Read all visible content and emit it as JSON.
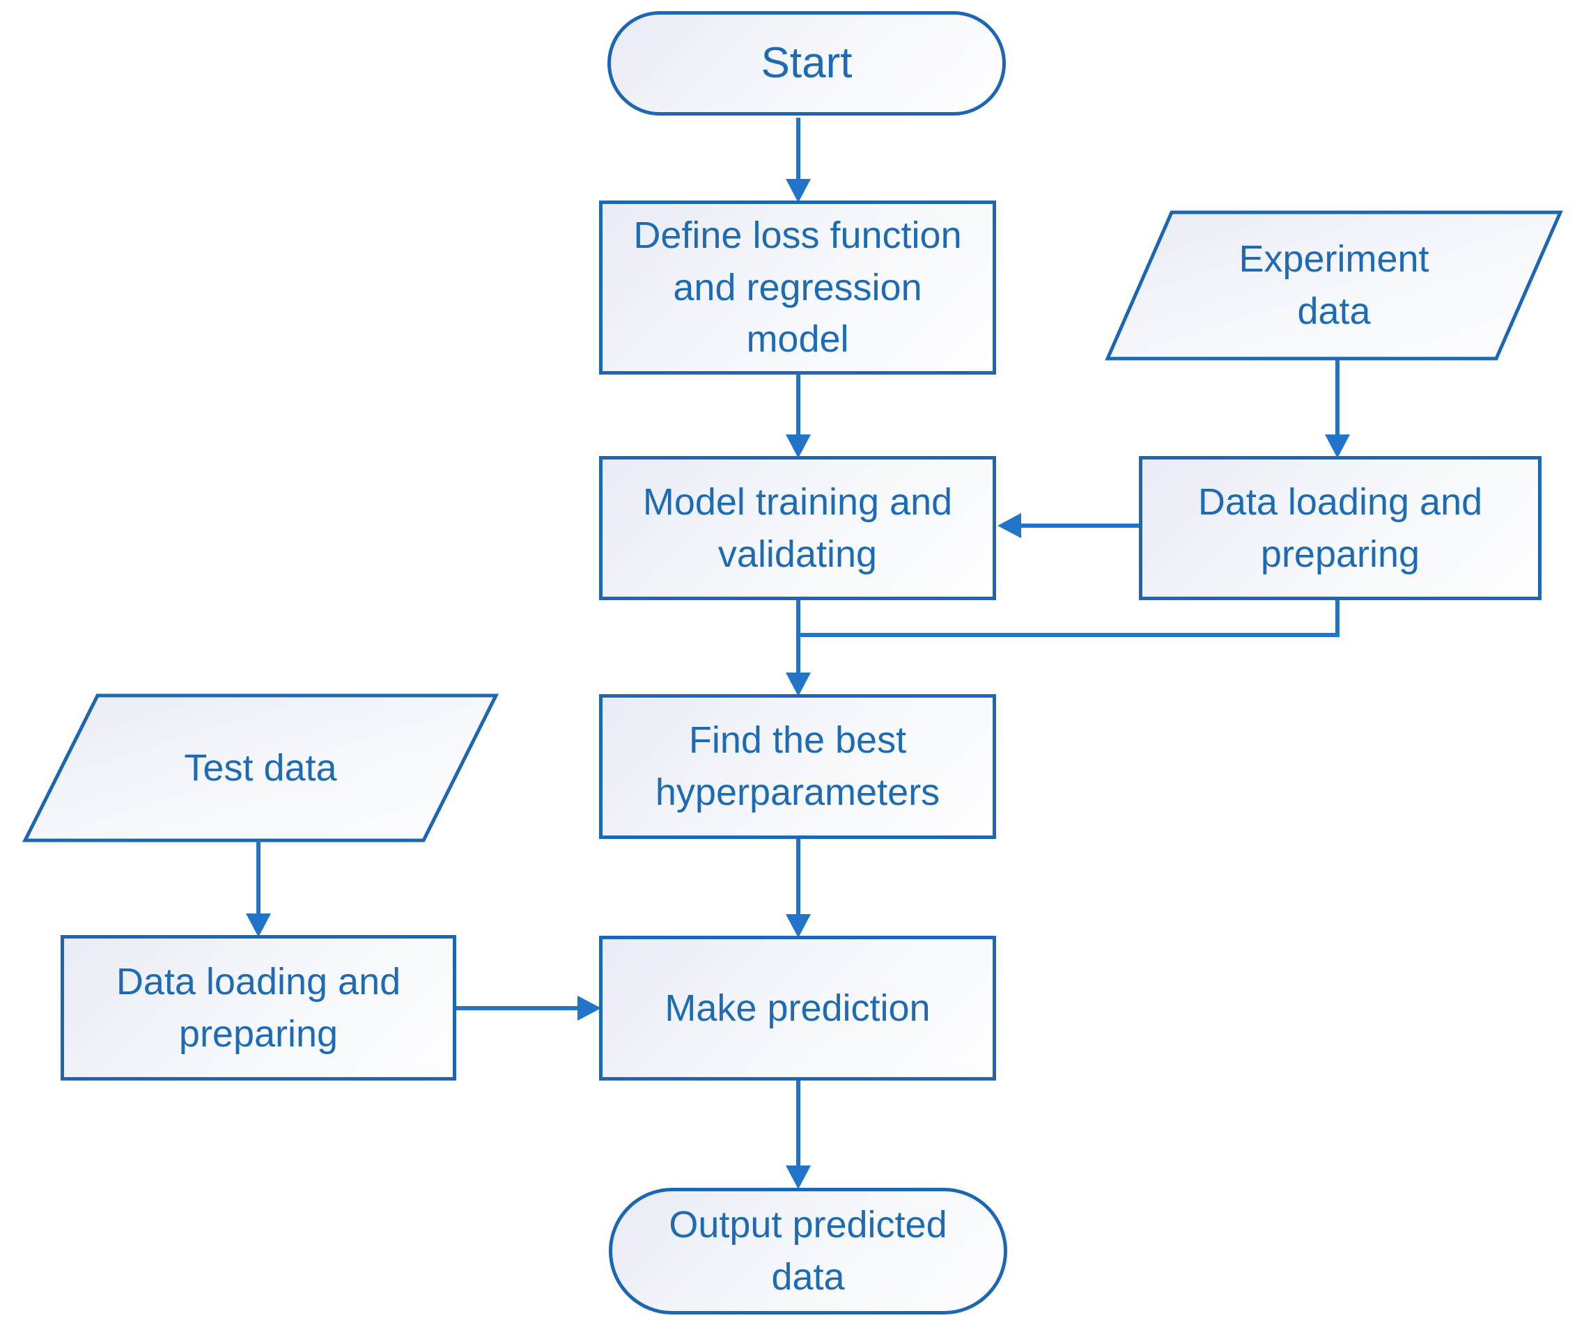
{
  "diagram": {
    "type": "flowchart",
    "colors": {
      "shape_border": "#1b67b3",
      "connector": "#2274c8",
      "label_text": "#1d6ab5",
      "fill_gradient_start": "#e9ecf5",
      "fill_gradient_end": "#fefeff",
      "background": "#ffffff"
    },
    "nodes": [
      {
        "id": "start",
        "shape": "terminator",
        "label": "Start"
      },
      {
        "id": "define-model",
        "shape": "process",
        "label": "Define loss function\nand regression\nmodel"
      },
      {
        "id": "experiment-data",
        "shape": "data-parallelogram",
        "label": "Experiment\ndata"
      },
      {
        "id": "data-loading-experiment",
        "shape": "process",
        "label": "Data loading and\npreparing"
      },
      {
        "id": "model-training",
        "shape": "process",
        "label": "Model training and\nvalidating"
      },
      {
        "id": "find-hyperparameters",
        "shape": "process",
        "label": "Find the best\nhyperparameters"
      },
      {
        "id": "test-data",
        "shape": "data-parallelogram",
        "label": "Test data"
      },
      {
        "id": "data-loading-test",
        "shape": "process",
        "label": "Data loading and\npreparing"
      },
      {
        "id": "make-prediction",
        "shape": "process",
        "label": "Make prediction"
      },
      {
        "id": "output-predicted",
        "shape": "terminator",
        "label": "Output predicted\ndata"
      }
    ],
    "edges": [
      {
        "from": "start",
        "to": "define-model"
      },
      {
        "from": "define-model",
        "to": "model-training"
      },
      {
        "from": "experiment-data",
        "to": "data-loading-experiment"
      },
      {
        "from": "data-loading-experiment",
        "to": "model-training"
      },
      {
        "from": "model-training",
        "to": "find-hyperparameters"
      },
      {
        "from": "data-loading-experiment",
        "to": "find-hyperparameters"
      },
      {
        "from": "find-hyperparameters",
        "to": "make-prediction"
      },
      {
        "from": "test-data",
        "to": "data-loading-test"
      },
      {
        "from": "data-loading-test",
        "to": "make-prediction"
      },
      {
        "from": "make-prediction",
        "to": "output-predicted"
      }
    ]
  }
}
